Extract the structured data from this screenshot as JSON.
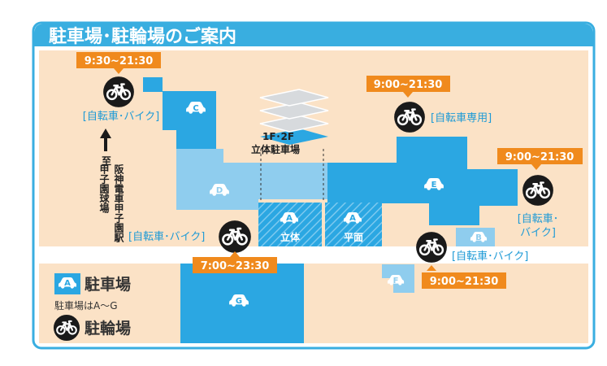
{
  "header": {
    "title": "駐車場･駐輪場のご案内"
  },
  "colors": {
    "frame": "#39aee0",
    "parking_lot": "#2ba7e2",
    "parking_light": "#8fcdee",
    "ground": "#fbe2c6",
    "hours_badge": "#f08a1d",
    "bike_icon_bg": "#1a1a1a"
  },
  "direction": {
    "arrow": "up-arrow-icon",
    "line1": "至",
    "line2": "阪神電車甲子園駅",
    "line3": "甲子園球場"
  },
  "structure_label": {
    "floors": "1F･2F",
    "name": "立体駐車場"
  },
  "bike_spots": [
    {
      "id": "bike-top-left",
      "hours": "9:30~21:30",
      "label": "[自転車･バイク]"
    },
    {
      "id": "bike-top-right",
      "hours": "9:00~21:30",
      "label": "[自転車専用]"
    },
    {
      "id": "bike-right",
      "hours": "9:00~21:30",
      "label1": "[自転車･",
      "label2": "バイク]"
    },
    {
      "id": "bike-center",
      "hours": "7:00~23:30",
      "label": "[自転車･バイク]"
    },
    {
      "id": "bike-bottom-right",
      "hours": "9:00~21:30",
      "label": "[自転車･バイク]"
    }
  ],
  "parking_lots": [
    {
      "letter": "A",
      "sub": "立体"
    },
    {
      "letter": "A",
      "sub": "平面"
    },
    {
      "letter": "B"
    },
    {
      "letter": "C"
    },
    {
      "letter": "D"
    },
    {
      "letter": "E"
    },
    {
      "letter": "F"
    },
    {
      "letter": "G"
    }
  ],
  "legend": {
    "parking_icon_letter": "A",
    "parking_label": "駐車場",
    "parking_note": "駐車場はA～G",
    "bike_label": "駐輪場"
  }
}
